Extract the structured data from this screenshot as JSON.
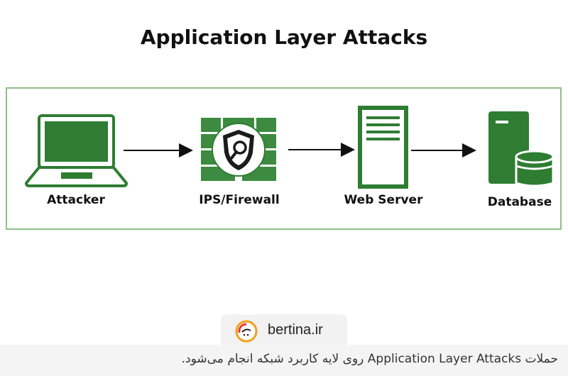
{
  "title": "Application Layer Attacks",
  "nodes": [
    {
      "label": "Attacker",
      "icon": "laptop-icon"
    },
    {
      "label": "IPS/Firewall",
      "icon": "firewall-shield-icon"
    },
    {
      "label": "Web Server",
      "icon": "server-icon"
    },
    {
      "label": "Database",
      "icon": "database-icon"
    }
  ],
  "watermark": {
    "text": "bertina.ir",
    "logo": "bertina-logo-icon"
  },
  "caption": "حملات Application Layer Attacks روی لایه کاربرد شبکه انجام می‌شود.",
  "colors": {
    "accent": "#2e7d32",
    "frame": "#8fbf87",
    "brick": "#3d8b40"
  }
}
